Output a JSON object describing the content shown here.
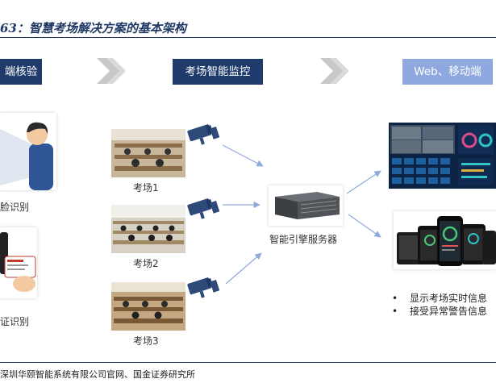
{
  "figure": {
    "title": "63：智慧考场解决方案的基本架构",
    "source": "深圳华颐智能系统有限公司官网、国金证券研究所"
  },
  "stages": [
    {
      "label": "端核验"
    },
    {
      "label": "考场智能监控"
    },
    {
      "label": "Web、移动端"
    }
  ],
  "left": {
    "face_label": "脸识别",
    "id_label": "证识别"
  },
  "rooms": [
    {
      "label": "考场1"
    },
    {
      "label": "考场2"
    },
    {
      "label": "考场3"
    }
  ],
  "server": {
    "label": "智能引擎服务器"
  },
  "bullets": [
    "显示考场实时信息",
    "接受异常警告信息"
  ],
  "colors": {
    "dark_stage": "#1f3b6b",
    "light_stage": "#8fa9e0",
    "arrow": "#8eaadb",
    "camera": "#2e4a78",
    "chevron": "#bfbfbf"
  }
}
